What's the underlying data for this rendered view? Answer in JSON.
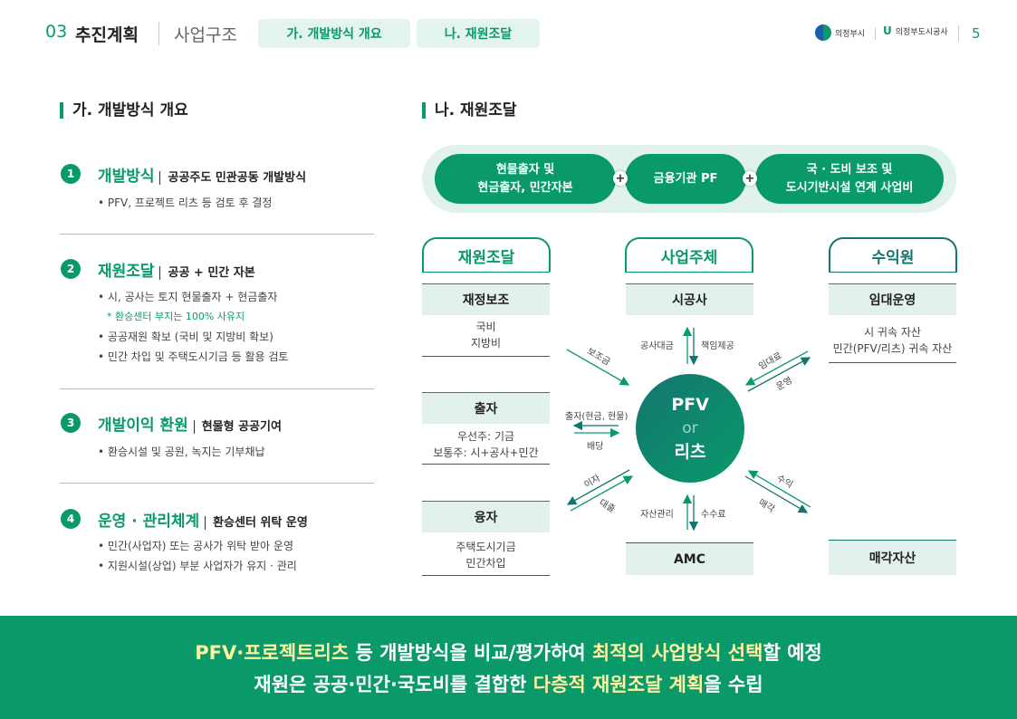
{
  "header": {
    "section_num": "03",
    "section_title": "추진계획",
    "subtitle": "사업구조",
    "tabs": [
      "가. 개발방식 개요",
      "나. 재원조달"
    ],
    "logo1": "의정부시",
    "logo2": "의정부도시공사",
    "page": "5"
  },
  "left": {
    "title": "가. 개발방식 개요",
    "items": [
      {
        "num": "1",
        "title": "개발방식",
        "sub": "공공주도 민관공동 개발방식",
        "bullets": [
          "PFV, 프로젝트 리츠 등 검토 후 결정"
        ]
      },
      {
        "num": "2",
        "title": "재원조달",
        "sub": "공공 + 민간 자본",
        "bullets": [
          "시, 공사는 토지 현물출자 + 현금출자"
        ],
        "note": "* 환승센터 부지는 100% 사유지",
        "bullets2": [
          "공공재원 확보 (국비 및 지방비 확보)",
          "민간 차입 및 주택도시기금 등 활용 검토"
        ]
      },
      {
        "num": "3",
        "title": "개발이익 환원",
        "sub": "현물형 공공기여",
        "bullets": [
          "환승시설 및 공원, 녹지는 기부채납"
        ]
      },
      {
        "num": "4",
        "title": "운영 · 관리체계",
        "sub": "환승센터 위탁 운영",
        "bullets": [
          "민간(사업자) 또는 공사가 위탁 받아 운영",
          "지원시설(상업) 부분 사업자가 유지 · 관리"
        ]
      }
    ]
  },
  "right": {
    "title": "나. 재원조달",
    "pills": [
      [
        "현물출자 및",
        "현금출자, 민간자본"
      ],
      [
        "금융기관 PF"
      ],
      [
        "국 · 도비 보조 및",
        "도시기반시설 연계 사업비"
      ]
    ],
    "plus": "+",
    "columns": [
      "재원조달",
      "사업주체",
      "수익원"
    ],
    "funding": [
      {
        "name": "재정보조",
        "lines": [
          "국비",
          "지방비"
        ]
      },
      {
        "name": "출자",
        "lines": [
          "우선주: 기금",
          "보통주: 시+공사+민간"
        ]
      },
      {
        "name": "융자",
        "lines": [
          "주택도시기금",
          "민간차입"
        ]
      }
    ],
    "entities": {
      "top": "시공사",
      "bottom": "AMC"
    },
    "revenue": [
      {
        "name": "임대운영",
        "lines": [
          "시 귀속 자산",
          "민간(PFV/리츠) 귀속 자산"
        ]
      },
      {
        "name": "매각자산",
        "lines": []
      }
    ],
    "center": {
      "line1": "PFV",
      "line2": "or",
      "line3": "리츠"
    },
    "flows": {
      "subsidy": "보조금",
      "invest": "출자(현금, 현물)",
      "dividend": "배당",
      "interest": "이자",
      "loan": "대출",
      "construction_fee": "공사대금",
      "guarantee": "책임제공",
      "asset_mgmt": "자산관리",
      "fee": "수수료",
      "rent": "임대료",
      "operation": "운영",
      "revenue": "수익",
      "sale": "매각"
    }
  },
  "banner": {
    "l1a": "PFV·프로젝트리츠",
    "l1b": " 등 개발방식을 비교/평가하여 ",
    "l1c": "최적의 사업방식 선택",
    "l1d": "할 예정",
    "l2a": "재원은 공공·민간·국도비를 결합한 ",
    "l2b": "다층적 재원조달 계획",
    "l2c": "을 수립"
  },
  "colors": {
    "green": "#0a9a6a",
    "teal": "#137570",
    "highlight": "#fff1a0"
  }
}
